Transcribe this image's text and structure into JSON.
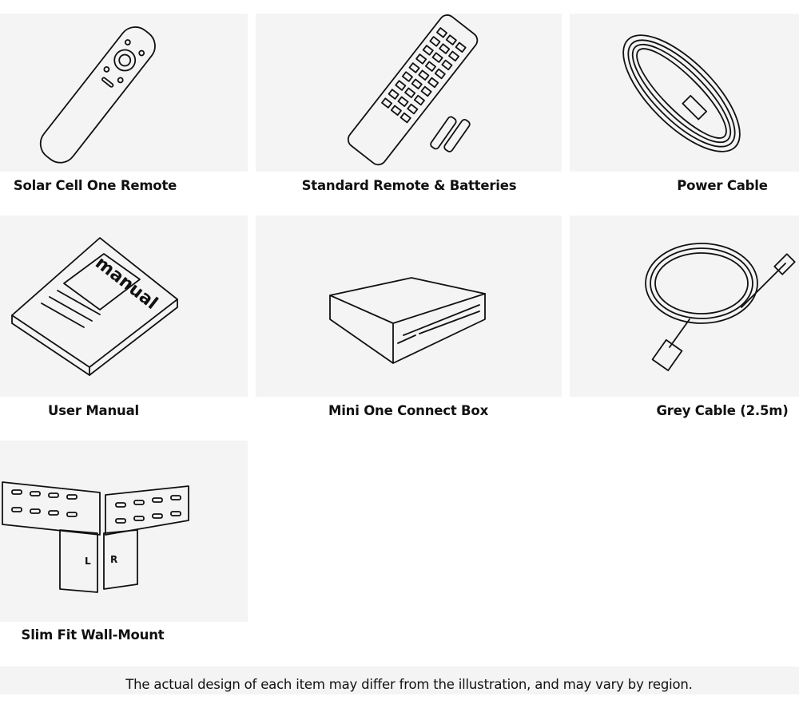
{
  "items": [
    {
      "label": "Solar Cell One Remote",
      "icon": "remote-icon"
    },
    {
      "label": "Standard Remote & Batteries",
      "icon": "remote-batteries-icon"
    },
    {
      "label": "Power Cable",
      "icon": "power-cable-icon"
    },
    {
      "label": "User Manual",
      "icon": "manual-icon",
      "cover_text": "manual"
    },
    {
      "label": "Mini One Connect Box",
      "icon": "connect-box-icon"
    },
    {
      "label": "Grey Cable (2.5m)",
      "icon": "grey-cable-icon"
    },
    {
      "label": "Slim Fit Wall-Mount",
      "icon": "wall-mount-icon",
      "bracket_left": "L",
      "bracket_right": "R"
    }
  ],
  "footer": {
    "disclaimer": "The actual design of each item may differ from the illustration, and may vary by region."
  }
}
